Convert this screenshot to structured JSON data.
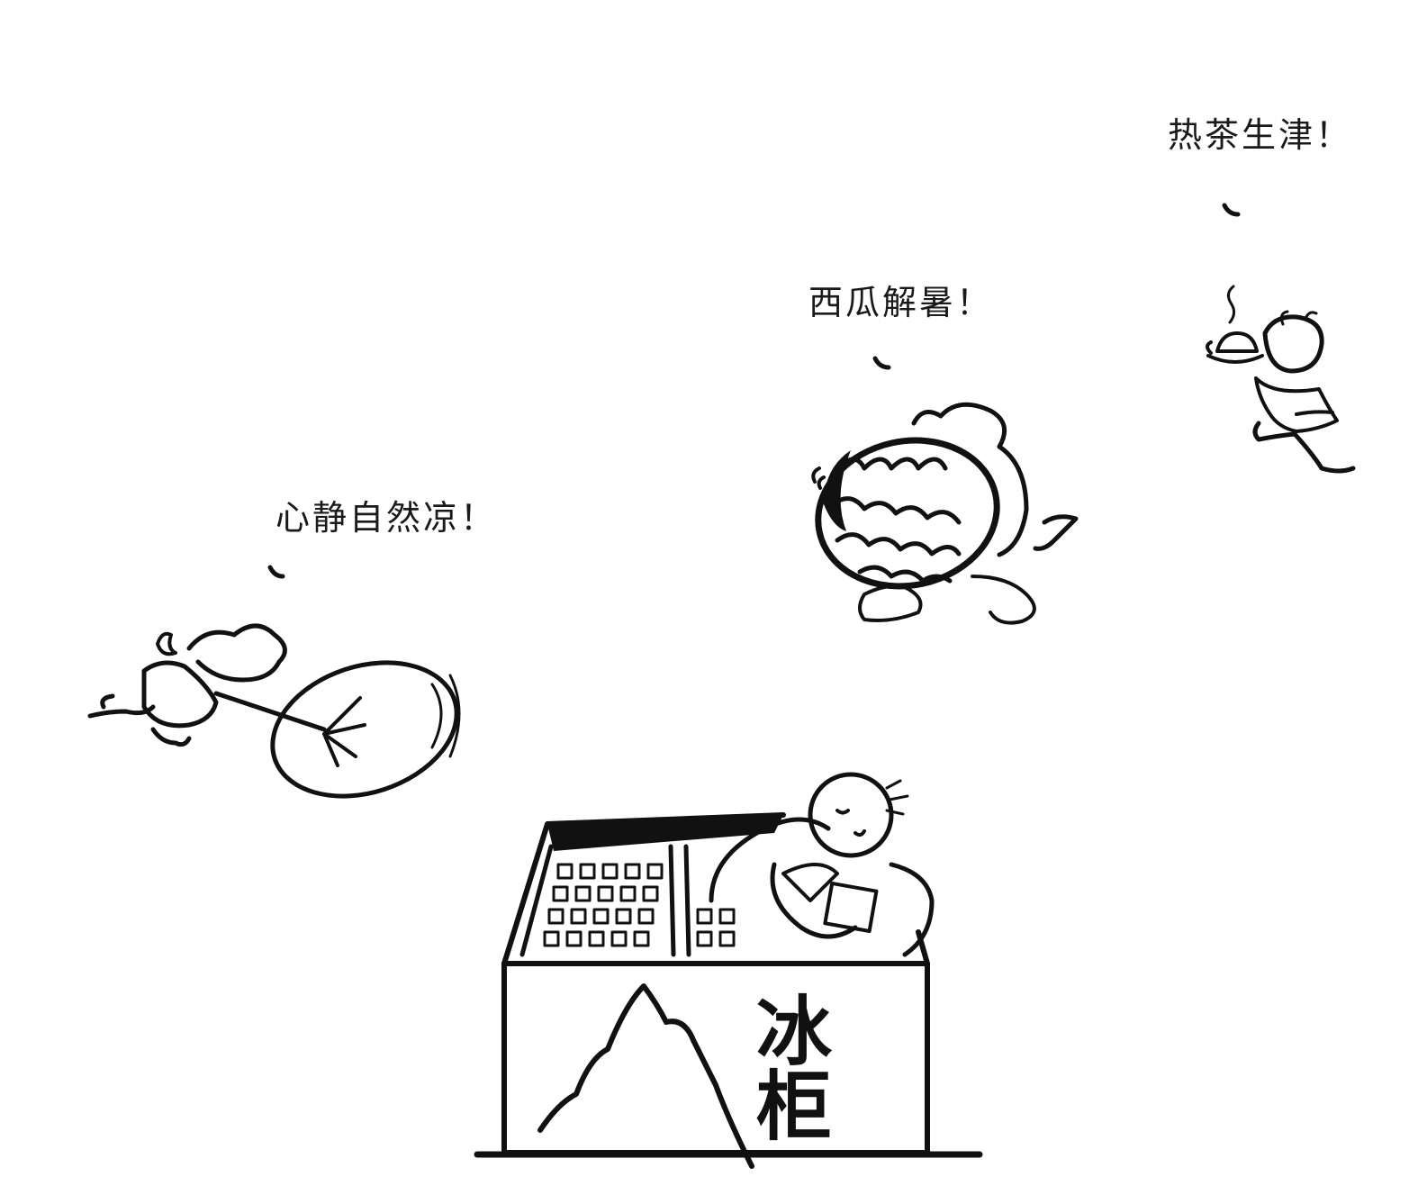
{
  "captions": {
    "tea": "热茶生津！",
    "watermelon": "西瓜解暑！",
    "fan": "心静自然凉！"
  },
  "cabinet": {
    "label_line1": "冰",
    "label_line2": "柜"
  },
  "colors": {
    "ink": "#111111",
    "paper": "#ffffff"
  }
}
